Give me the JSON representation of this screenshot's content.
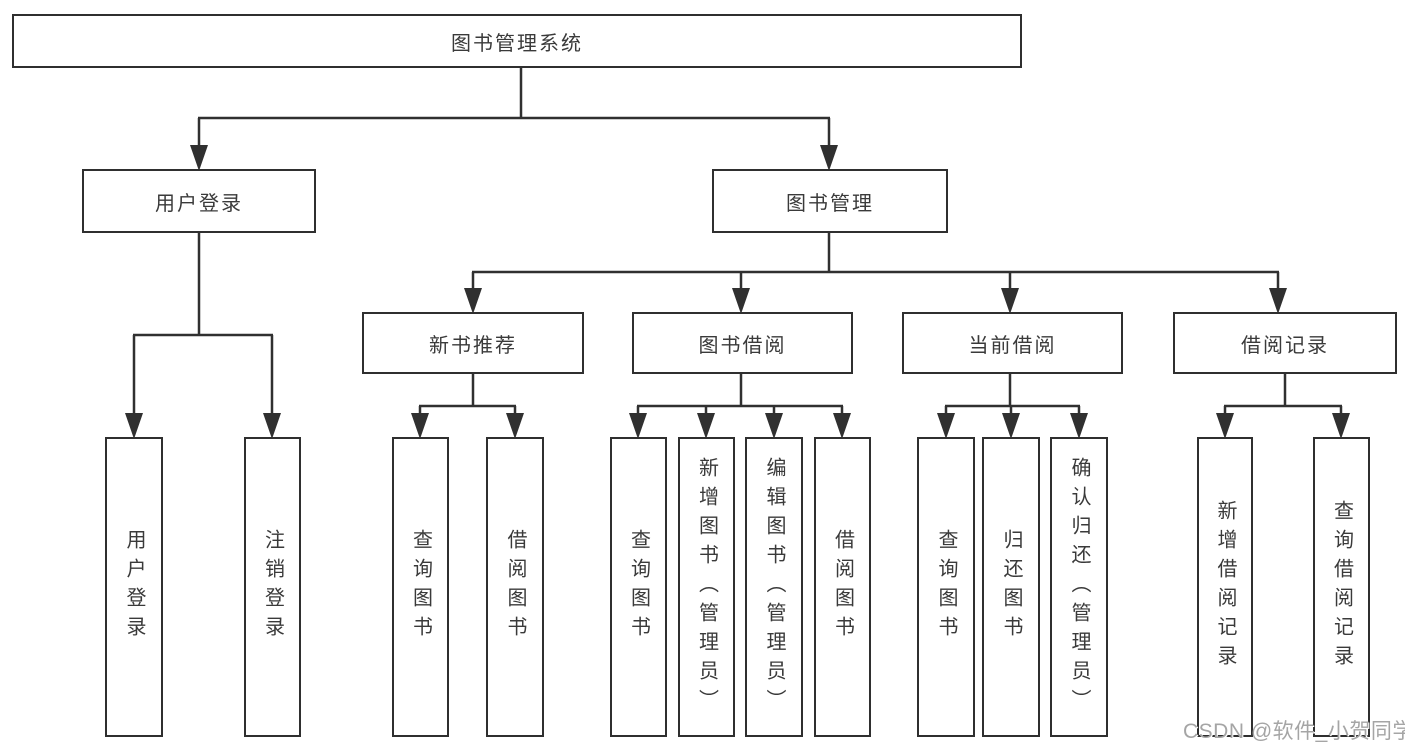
{
  "tree": {
    "label": "图书管理系统",
    "children": [
      {
        "label": "用户登录",
        "children": [
          {
            "label": "用户登录"
          },
          {
            "label": "注销登录"
          }
        ]
      },
      {
        "label": "图书管理",
        "children": [
          {
            "label": "新书推荐",
            "children": [
              {
                "label": "查询图书"
              },
              {
                "label": "借阅图书"
              }
            ]
          },
          {
            "label": "图书借阅",
            "children": [
              {
                "label": "查询图书"
              },
              {
                "label": "新增图书（管理员）"
              },
              {
                "label": "编辑图书（管理员）"
              },
              {
                "label": "借阅图书"
              }
            ]
          },
          {
            "label": "当前借阅",
            "children": [
              {
                "label": "查询图书"
              },
              {
                "label": "归还图书"
              },
              {
                "label": "确认归还（管理员）"
              }
            ]
          },
          {
            "label": "借阅记录",
            "children": [
              {
                "label": "新增借阅记录"
              },
              {
                "label": "查询借阅记录"
              }
            ]
          }
        ]
      }
    ]
  },
  "watermark": {
    "text": "CSDN @软件_小贺同学"
  },
  "colors": {
    "line": "#303030",
    "border": "#2f2f2f",
    "text": "#3a3a3a",
    "watermark": "#a5a5a5",
    "background": "#ffffff"
  }
}
